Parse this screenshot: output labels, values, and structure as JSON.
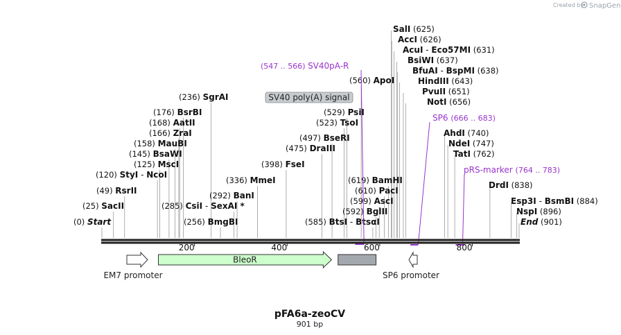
{
  "credit": {
    "prefix": "Created by",
    "brand": "SnapGene"
  },
  "map": {
    "name": "pFA6a-zeoCV",
    "length_label": "901 bp",
    "length": 901,
    "ticks": [
      200,
      400,
      600,
      800
    ]
  },
  "sites": [
    {
      "name": "Start",
      "pos": "(0)",
      "bp": 0,
      "italic": true
    },
    {
      "name": "SacII",
      "pos": "(25)",
      "bp": 25
    },
    {
      "name": "RsrII",
      "pos": "(49)",
      "bp": 49
    },
    {
      "name": "StyI",
      "pos": "(120)",
      "bp": 120,
      "pair": "NcoI"
    },
    {
      "name": "MscI",
      "pos": "(125)",
      "bp": 125
    },
    {
      "name": "BsaWI",
      "pos": "(145)",
      "bp": 145
    },
    {
      "name": "MauBI",
      "pos": "(158)",
      "bp": 158
    },
    {
      "name": "ZraI",
      "pos": "(166)",
      "bp": 166
    },
    {
      "name": "AatII",
      "pos": "(168)",
      "bp": 168
    },
    {
      "name": "BsrBI",
      "pos": "(176)",
      "bp": 176
    },
    {
      "name": "SgrAI",
      "pos": "(236)",
      "bp": 236
    },
    {
      "name": "BmgBI",
      "pos": "(256)",
      "bp": 256
    },
    {
      "name": "CsiI",
      "pos": "(285)",
      "bp": 285,
      "pair": "SexAI *"
    },
    {
      "name": "BanI",
      "pos": "(292)",
      "bp": 292
    },
    {
      "name": "MmeI",
      "pos": "(336)",
      "bp": 336
    },
    {
      "name": "FseI",
      "pos": "(398)",
      "bp": 398
    },
    {
      "name": "DraIII",
      "pos": "(475)",
      "bp": 475
    },
    {
      "name": "BseRI",
      "pos": "(497)",
      "bp": 497
    },
    {
      "name": "TsoI",
      "pos": "(523)",
      "bp": 523
    },
    {
      "name": "PsiI",
      "pos": "(529)",
      "bp": 529
    },
    {
      "name": "ApoI",
      "pos": "(560)",
      "bp": 560
    },
    {
      "name": "BtsI",
      "pos": "(585)",
      "bp": 585,
      "pair": "BtsαI"
    },
    {
      "name": "BglII",
      "pos": "(592)",
      "bp": 592
    },
    {
      "name": "AscI",
      "pos": "(599)",
      "bp": 599
    },
    {
      "name": "PacI",
      "pos": "(610)",
      "bp": 610
    },
    {
      "name": "BamHI",
      "pos": "(619)",
      "bp": 619
    },
    {
      "name": "SalI",
      "pos": "(625)",
      "bp": 625
    },
    {
      "name": "AccI",
      "pos": "(626)",
      "bp": 626
    },
    {
      "name": "AcuI",
      "pos": "(631)",
      "bp": 631,
      "pair": "Eco57MI"
    },
    {
      "name": "BsiWI",
      "pos": "(637)",
      "bp": 637
    },
    {
      "name": "BfuAI",
      "pos": "(638)",
      "bp": 638,
      "pair": "BspMI"
    },
    {
      "name": "HindIII",
      "pos": "(643)",
      "bp": 643
    },
    {
      "name": "PvuII",
      "pos": "(651)",
      "bp": 651
    },
    {
      "name": "NotI",
      "pos": "(656)",
      "bp": 656
    },
    {
      "name": "AhdI",
      "pos": "(740)",
      "bp": 740
    },
    {
      "name": "NdeI",
      "pos": "(747)",
      "bp": 747
    },
    {
      "name": "TatI",
      "pos": "(762)",
      "bp": 762
    },
    {
      "name": "DrdI",
      "pos": "(838)",
      "bp": 838
    },
    {
      "name": "Esp3I",
      "pos": "(884)",
      "bp": 884,
      "pair": "BsmBI"
    },
    {
      "name": "NspI",
      "pos": "(896)",
      "bp": 896
    },
    {
      "name": "End",
      "pos": "(901)",
      "bp": 901,
      "italic": true
    }
  ],
  "primers": [
    {
      "name": "SV40pA-R",
      "range": "(547 .. 566)",
      "start": 547,
      "end": 566
    },
    {
      "name": "SP6",
      "range": "(666 .. 683)",
      "start": 666,
      "end": 683
    },
    {
      "name": "pRS-marker",
      "range": "(764 .. 783)",
      "start": 764,
      "end": 783
    }
  ],
  "features": [
    {
      "name": "EM7 promoter",
      "kind": "promoter",
      "start": 55,
      "end": 102,
      "color": "#ffffff",
      "direction": "forward"
    },
    {
      "name": "BleoR",
      "kind": "gene",
      "start": 122,
      "end": 496,
      "color": "#ccffcc",
      "direction": "forward"
    },
    {
      "name": "SV40 poly(A) signal",
      "kind": "polyA",
      "start": 510,
      "end": 592,
      "color": "#a3a8ae",
      "direction": "none"
    },
    {
      "name": "SP6 promoter",
      "kind": "promoter",
      "start": 667,
      "end": 684,
      "color": "#ffffff",
      "direction": "reverse"
    }
  ],
  "colors": {
    "primer": "#9933cc",
    "backbone": "#222222",
    "site_line": "#999999"
  }
}
